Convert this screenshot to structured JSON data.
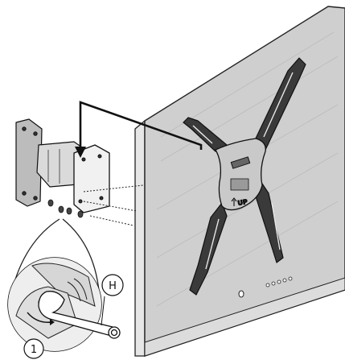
{
  "figure": {
    "callouts": {
      "step_number": "1",
      "tool_label": "H"
    },
    "bracket_marking": "UP"
  }
}
